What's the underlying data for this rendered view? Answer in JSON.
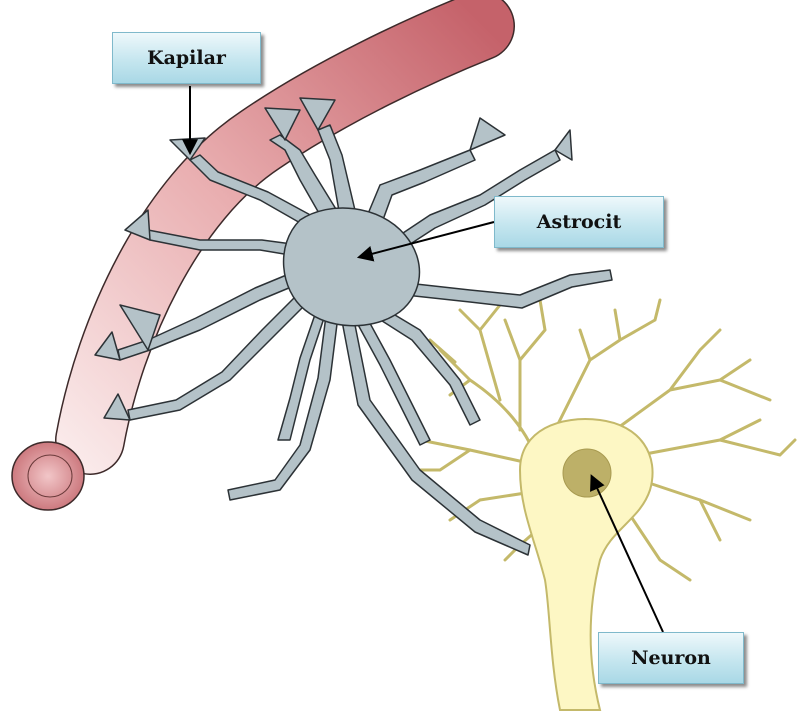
{
  "labels": {
    "capillary": "Kapilar",
    "astrocyte": "Astrocit",
    "neuron": "Neuron"
  },
  "colors": {
    "capillary_dark": "#c96a6c",
    "capillary_light": "#f6dada",
    "capillary_outline": "#4a2a2a",
    "astrocyte_fill": "#b4c2c8",
    "astrocyte_outline": "#2c3236",
    "neuron_fill": "#fdf7c4",
    "neuron_outline": "#c4b96a",
    "nucleus": "#bdb068",
    "label_bg": "#c5e6ef",
    "arrow": "#000000"
  }
}
